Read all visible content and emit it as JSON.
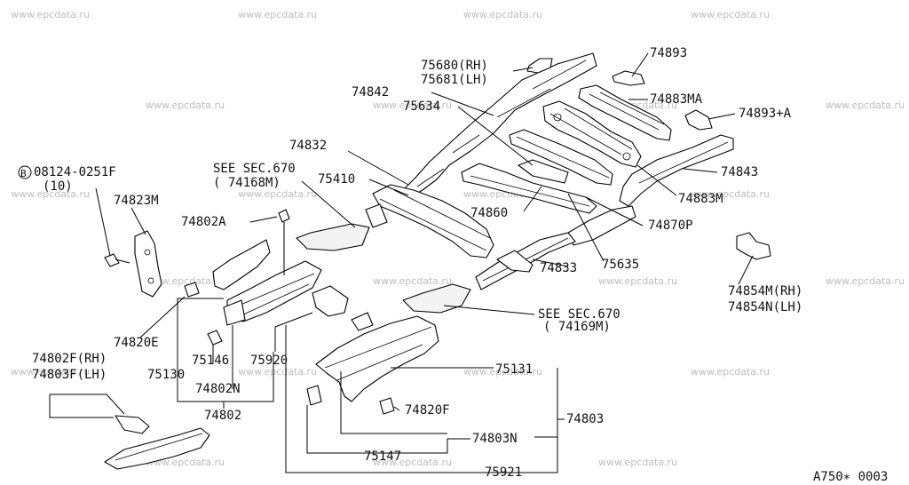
{
  "watermark": "www.epcdata.ru",
  "diagram_code": "A750∗ 0003",
  "bolt_symbol": "B",
  "labels": {
    "p75680": "75680(RH)",
    "p75681": "75681(LH)",
    "p74842": "74842",
    "p75634": "75634",
    "p74893": "74893",
    "p74883MA": "74883MA",
    "p74893A": "74893+A",
    "p74832": "74832",
    "p74843": "74843",
    "p74883M": "74883M",
    "bolt_num": "08124-0251F",
    "bolt_qty": "(10)",
    "see670a_1": "SEE SEC.670",
    "see670a_2": "( 74168M)",
    "p75410": "75410",
    "p74823M": "74823M",
    "p74860": "74860",
    "p74870P": "74870P",
    "p74802A": "74802A",
    "p74833": "74833",
    "p75635": "75635",
    "p74854M": "74854M(RH)",
    "p74854N": "74854N(LH)",
    "see670b_1": "SEE SEC.670",
    "see670b_2": "( 74169M)",
    "p74820E": "74820E",
    "p75146": "75146",
    "p75920": "75920",
    "p75130": "75130",
    "p74802N": "74802N",
    "p74802": "74802",
    "p74802F": "74802F(RH)",
    "p74803F": "74803F(LH)",
    "p75131": "75131",
    "p74820F": "74820F",
    "p74803": "74803",
    "p74803N": "74803N",
    "p75147": "75147",
    "p75921": "75921"
  }
}
